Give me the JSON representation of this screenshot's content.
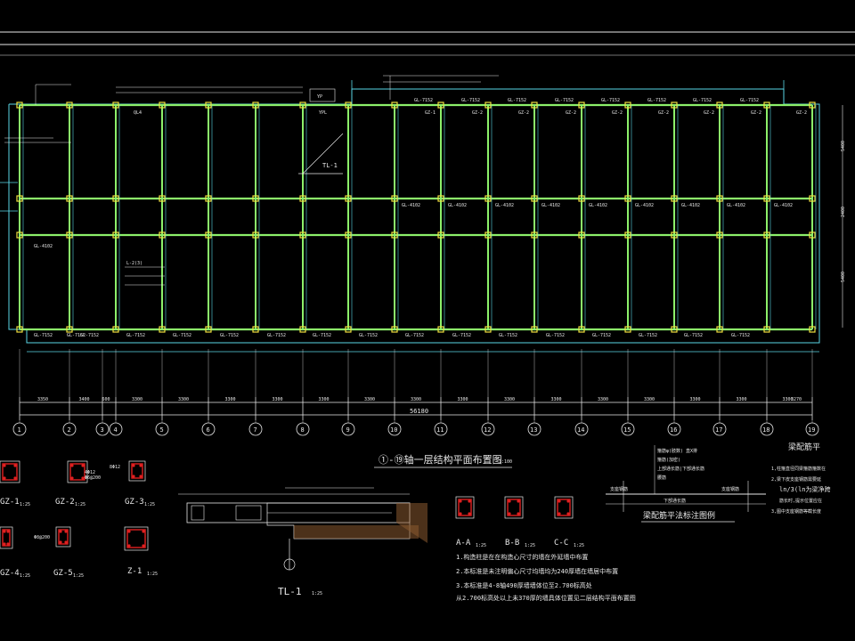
{
  "drawing": {
    "plan_title": "①-⑲轴一层结构平面布置图",
    "plan_scale": "1:100",
    "legend_title": "梁配筋平法标注图例",
    "notes_title": "梁配筋平",
    "grid_labels": [
      "1",
      "2",
      "3",
      "4",
      "5",
      "6",
      "7",
      "8",
      "9",
      "10",
      "11",
      "12",
      "13",
      "14",
      "15",
      "16",
      "17",
      "18",
      "19"
    ],
    "bottom_dims": [
      "3350",
      "3400",
      "600",
      "3300",
      "3300",
      "3300",
      "3300",
      "3300",
      "3300",
      "3300",
      "3300",
      "3300",
      "3300",
      "3300",
      "3300",
      "3300",
      "3300",
      "3300",
      "3270"
    ],
    "total_dim": "56180",
    "right_dims": [
      "5400",
      "2400",
      "5400"
    ],
    "beam_labels_top": [
      "GL-7152",
      "GL-7152",
      "GL-7152",
      "GL-7152",
      "GL-7152",
      "GL-7152",
      "GL-7152",
      "GL-7152"
    ],
    "beam_labels_mid": [
      "GL-4102",
      "GL-4102",
      "GL-4102",
      "GL-4102",
      "GL-4102",
      "GL-4102",
      "GL-4102",
      "GL-4102",
      "GL-4102"
    ],
    "beam_labels_bottom": [
      "GL-7152",
      "GL-7152",
      "GL-7152",
      "GL-7152",
      "GL-7152",
      "GL-7152",
      "GL-7152",
      "GL-7152",
      "GL-7152",
      "GL-7152",
      "GL-7152",
      "GL-7152",
      "GL-7152",
      "GL-7152",
      "GL-7152",
      "GL-7152",
      "GL-7152"
    ],
    "column_tags": [
      "GZ-1",
      "GZ-2",
      "GZ-2",
      "GZ-2",
      "GZ-2",
      "GZ-2",
      "GZ-2",
      "GZ-2",
      "GZ-2"
    ],
    "misc_labels": {
      "stair_tl": "TL-1",
      "yp": "YP",
      "ypl": "YPL",
      "ql": "QL4",
      "bar1": "L-2(3)",
      "gl416": "GL-4102"
    },
    "details": [
      {
        "id": "gz1",
        "label": "GZ-1",
        "scale": "1:25"
      },
      {
        "id": "gz2",
        "label": "GZ-2",
        "scale": "1:25"
      },
      {
        "id": "gz3",
        "label": "GZ-3",
        "scale": "1:25"
      },
      {
        "id": "gz4",
        "label": "GZ-4",
        "scale": "1:25"
      },
      {
        "id": "gz5",
        "label": "GZ-5",
        "scale": "1:25"
      },
      {
        "id": "z1",
        "label": "Z-1",
        "scale": "1:25"
      },
      {
        "id": "tl1",
        "label": "TL-1",
        "scale": "1:25"
      },
      {
        "id": "a",
        "label": "A-A",
        "scale": "1:25"
      },
      {
        "id": "b",
        "label": "B-B",
        "scale": "1:25"
      },
      {
        "id": "c",
        "label": "C-C",
        "scale": "1:25"
      }
    ],
    "detail_rebar": [
      "4Φ12",
      "Φ6@200",
      "8Φ12",
      "Φ8@200"
    ],
    "legend_items": [
      "箍筋φ(肢数) 直X排",
      "箍筋(加密)",
      "上部通长筋|下部通长筋",
      "腰筋",
      "支座钢筋",
      "下部通长筋",
      "支座钢筋"
    ],
    "notes": [
      "1,柱箍直径同梁箍筋箍数在",
      "2,梁下皮支座钢筋需要延",
      "ln/3(ln为梁净跨",
      "筋长时,提示位置应在",
      "3,图中支座钢筋等截长度"
    ],
    "general_notes": [
      "1.构造柱是在在构造心尺寸的墙在外延墙中布置",
      "2.本标准是未注明偏心尺寸均墙均为240厚墙在墙居中布置",
      "3.本标准是4-8轴490厚墙墙体位至2.700标高处",
      "从2.700标高处以上未370厚的墙具体位置见二层结构平面布置图"
    ],
    "colors": {
      "bg": "#000000",
      "green": "#8cf06a",
      "cyan": "#5ad6e6",
      "yellow": "#f0e040",
      "white": "#e8e8e8",
      "red": "#e02020"
    }
  }
}
